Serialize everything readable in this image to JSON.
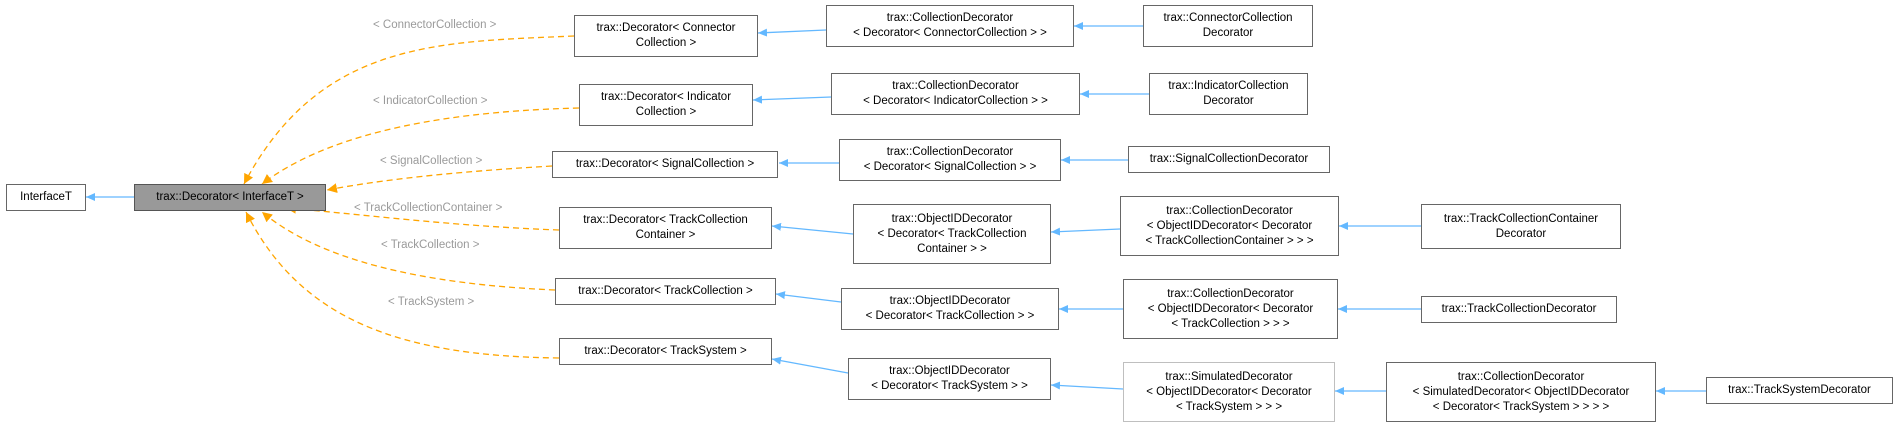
{
  "diagram": {
    "colors": {
      "inherit_edge": "#63b8ff",
      "template_edge": "#ffa500",
      "node_border": "#666666",
      "main_fill": "#999999",
      "edge_label": "#9a9a9a"
    },
    "nodes": {
      "interface_t": "InterfaceT",
      "decorator_interface": "trax::Decorator< InterfaceT >",
      "dec_connector": "trax::Decorator< Connector\nCollection >",
      "dec_indicator": "trax::Decorator< Indicator\nCollection >",
      "dec_signal": "trax::Decorator< SignalCollection >",
      "dec_trackcontainer": "trax::Decorator< TrackCollection\nContainer >",
      "dec_trackcollection": "trax::Decorator< TrackCollection >",
      "dec_tracksystem": "trax::Decorator< TrackSystem >",
      "coll_connector": "trax::CollectionDecorator\n< Decorator< ConnectorCollection > >",
      "coll_indicator": "trax::CollectionDecorator\n< Decorator< IndicatorCollection > >",
      "coll_signal": "trax::CollectionDecorator\n< Decorator< SignalCollection > >",
      "oid_trackcontainer": "trax::ObjectIDDecorator\n< Decorator< TrackCollection\nContainer > >",
      "oid_trackcollection": "trax::ObjectIDDecorator\n< Decorator< TrackCollection > >",
      "oid_tracksystem": "trax::ObjectIDDecorator\n< Decorator< TrackSystem > >",
      "connector_coll_dec": "trax::ConnectorCollection\nDecorator",
      "indicator_coll_dec": "trax::IndicatorCollection\nDecorator",
      "signal_coll_dec": "trax::SignalCollectionDecorator",
      "coll_oid_trackcontainer": "trax::CollectionDecorator\n< ObjectIDDecorator< Decorator\n< TrackCollectionContainer > > >",
      "coll_oid_trackcollection": "trax::CollectionDecorator\n< ObjectIDDecorator< Decorator\n< TrackCollection > > >",
      "simulated_dec": "trax::SimulatedDecorator\n< ObjectIDDecorator< Decorator\n< TrackSystem > > >",
      "trackcontainer_dec": "trax::TrackCollectionContainer\nDecorator",
      "trackcollection_dec": "trax::TrackCollectionDecorator",
      "coll_simulated": "trax::CollectionDecorator\n< SimulatedDecorator< ObjectIDDecorator\n< Decorator< TrackSystem > > > >",
      "tracksystem_dec": "trax::TrackSystemDecorator"
    },
    "edge_labels": {
      "connector": "< ConnectorCollection >",
      "indicator": "< IndicatorCollection >",
      "signal": "< SignalCollection >",
      "trackcontainer": "< TrackCollectionContainer >",
      "trackcollection": "< TrackCollection >",
      "tracksystem": "< TrackSystem >"
    }
  }
}
